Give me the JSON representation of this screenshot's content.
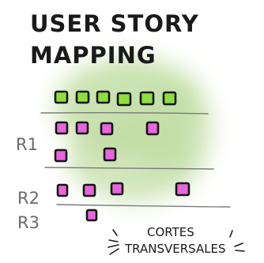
{
  "title": {
    "line1": "USER STORY",
    "line2": "MAPPING"
  },
  "releases": [
    {
      "label": "R1"
    },
    {
      "label": "R2"
    },
    {
      "label": "R3"
    }
  ],
  "annotation": {
    "line1": "CORTES",
    "line2": "TRANSVERSALES"
  },
  "colors": {
    "background_blob": "#c2dea5",
    "activity_card": "#8fdf3c",
    "story_card": "#e866dd",
    "card_outline": "#151515",
    "release_line": "#7a7a7a",
    "ink": "#1a1a1a",
    "release_label": "#6a6a6a"
  },
  "counts": {
    "activity_cards": 6,
    "release_1_cards": 6,
    "release_2_cards": 4,
    "release_3_cards": 1
  }
}
